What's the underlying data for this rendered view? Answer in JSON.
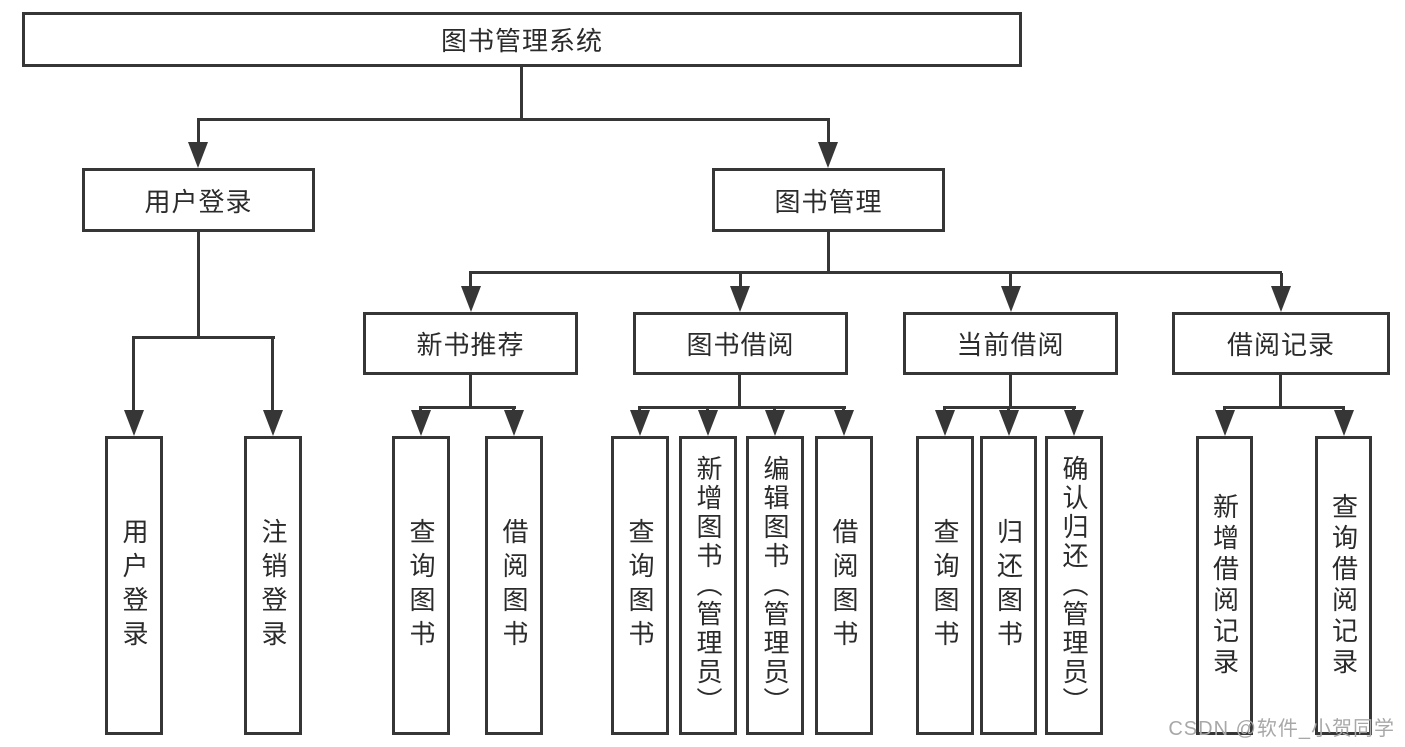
{
  "diagram": {
    "type": "hierarchy-tree",
    "watermark": "CSDN @软件_小贺同学",
    "colors": {
      "line": "#363636",
      "text": "#2b2b2b",
      "background": "#ffffff",
      "watermark": "#a8a8a8"
    },
    "tree": {
      "label": "图书管理系统",
      "children": [
        {
          "label": "用户登录",
          "children": [
            {
              "label": "用户登录"
            },
            {
              "label": "注销登录"
            }
          ]
        },
        {
          "label": "图书管理",
          "children": [
            {
              "label": "新书推荐",
              "children": [
                {
                  "label": "查询图书"
                },
                {
                  "label": "借阅图书"
                }
              ]
            },
            {
              "label": "图书借阅",
              "children": [
                {
                  "label": "查询图书"
                },
                {
                  "label": "新增图书（管理员）"
                },
                {
                  "label": "编辑图书（管理员）"
                },
                {
                  "label": "借阅图书"
                }
              ]
            },
            {
              "label": "当前借阅",
              "children": [
                {
                  "label": "查询图书"
                },
                {
                  "label": "归还图书"
                },
                {
                  "label": "确认归还（管理员）"
                }
              ]
            },
            {
              "label": "借阅记录",
              "children": [
                {
                  "label": "新增借阅记录"
                },
                {
                  "label": "查询借阅记录"
                }
              ]
            }
          ]
        }
      ]
    }
  }
}
